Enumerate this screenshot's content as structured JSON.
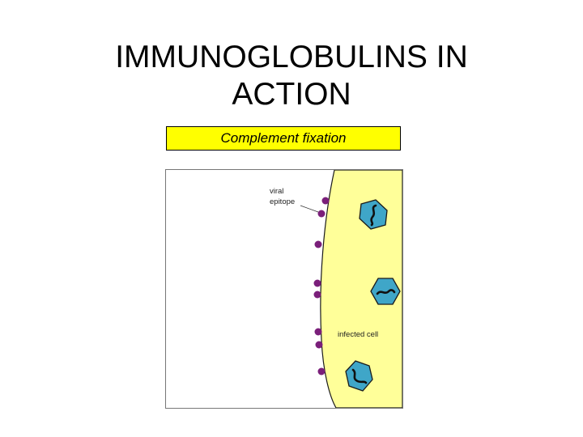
{
  "slide": {
    "title_line1": "IMMUNOGLOBULINS IN",
    "title_line2": "ACTION",
    "caption": "Complement fixation"
  },
  "figure": {
    "label_viral_line1": "viral",
    "label_viral_line2": "epitope",
    "label_infected": "infected cell",
    "colors": {
      "cell_fill": "#ffff99",
      "epitope": "#7a1f7a",
      "virus_fill": "#3fa6c8",
      "virus_outline": "#1a1a1a",
      "frame": "#777777"
    }
  }
}
